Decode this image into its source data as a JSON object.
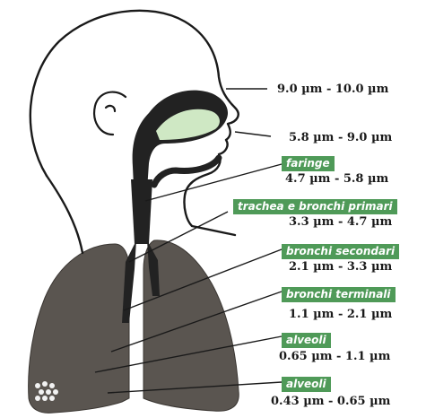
{
  "colors": {
    "green": "#4f9a58",
    "ink": "#1a1a1a",
    "lung": "#5a5550",
    "airway": "#222222",
    "nasal_highlight": "#cfe8c4"
  },
  "regions": [
    {
      "id": "region-1",
      "name": "",
      "range": "9.0 µm - 10.0 µm"
    },
    {
      "id": "region-2",
      "name": "",
      "range": "5.8 µm - 9.0 µm"
    },
    {
      "id": "region-3",
      "name": "faringe",
      "range": "4.7 µm - 5.8 µm"
    },
    {
      "id": "region-4",
      "name": "trachea e bronchi primari",
      "range": "3.3 µm - 4.7 µm"
    },
    {
      "id": "region-5",
      "name": "bronchi secondari",
      "range": "2.1 µm - 3.3 µm"
    },
    {
      "id": "region-6",
      "name": "bronchi terminali",
      "range": "1.1 µm - 2.1 µm"
    },
    {
      "id": "region-7",
      "name": "alveoli",
      "range": "0.65 µm - 1.1 µm"
    },
    {
      "id": "region-8",
      "name": "alveoli",
      "range": "0.43 µm - 0.65 µm"
    }
  ]
}
